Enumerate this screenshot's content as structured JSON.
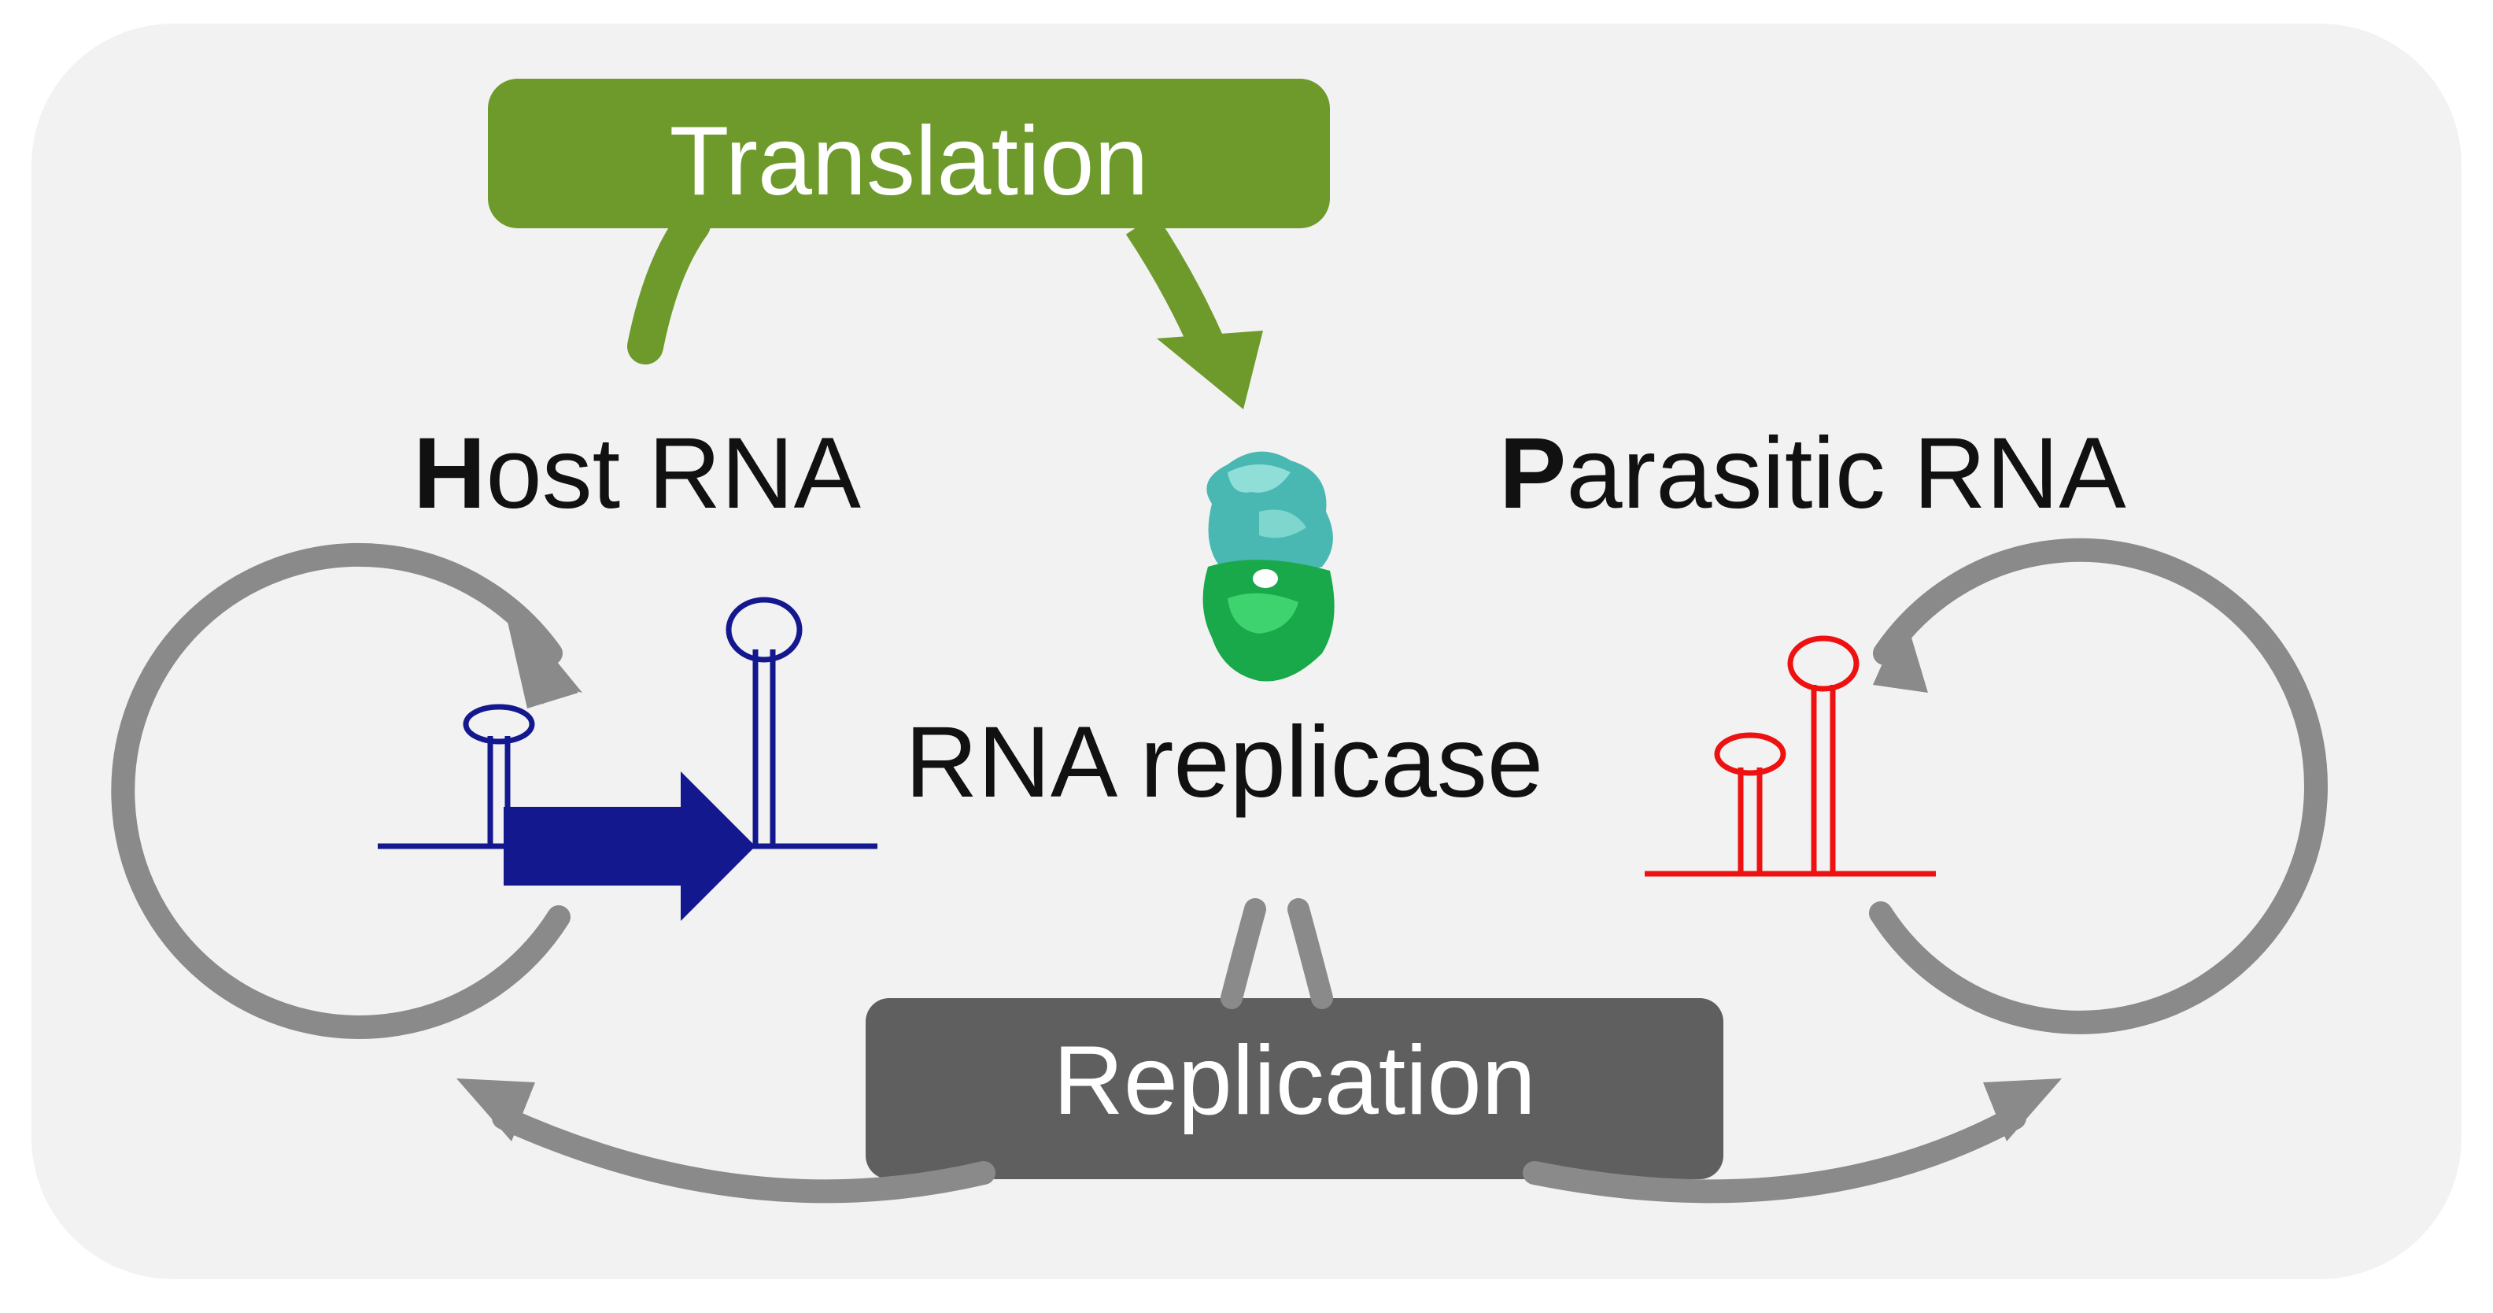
{
  "diagram": {
    "translation_label": "Translation",
    "replication_label": "Replication",
    "host": {
      "initial": "H",
      "rest": "ost RNA"
    },
    "parasitic": {
      "initial": "P",
      "rest": "arasitic RNA"
    },
    "replicase_label": "RNA replicase"
  },
  "colors": {
    "panel_bg": "#f2f2f2",
    "translation_green": "#6e9a2b",
    "replication_gray": "#5f5f5f",
    "cycle_arrow_gray": "#8a8a8a",
    "host_rna_blue": "#13188f",
    "parasitic_rna_red": "#ee1111",
    "replicase_teal": "#49b8b3",
    "replicase_green": "#19a84a"
  },
  "icons": {
    "replicase": "protein-structure-icon",
    "host_rna": "rna-stem-loop-gene-icon",
    "parasitic_rna": "rna-stem-loop-icon"
  }
}
